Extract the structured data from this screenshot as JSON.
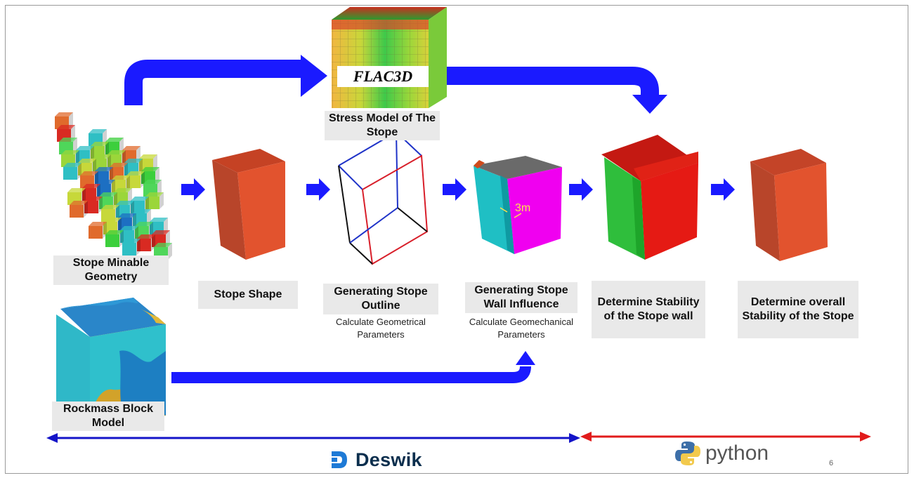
{
  "steps": {
    "stope_minable_geometry": "Stope Minable Geometry",
    "rockmass_block_model": "Rockmass Block Model",
    "stress_model": "Stress Model of The Stope",
    "stope_shape": "Stope Shape",
    "generating_outline": {
      "title": "Generating Stope Outline",
      "subtitle": "Calculate Geometrical Parameters"
    },
    "generating_wall_influence": {
      "title": "Generating Stope Wall Influence",
      "subtitle": "Calculate Geomechanical Parameters"
    },
    "stability_wall": "Determine Stability of the Stope wall",
    "stability_overall": "Determine overall Stability of the Stope"
  },
  "flac_label": "FLAC3D",
  "wall_offset_label": "3m",
  "brands": {
    "deswik": "Deswik",
    "python": "python"
  },
  "page_number": "6",
  "colors": {
    "flow_arrow": "#1a1aff",
    "deswik_range": "#1414c8",
    "python_range": "#e11b1b",
    "stope_orange": "#e2532e",
    "wall_magenta": "#ee00ee",
    "wall_cyan": "#1fbfc4",
    "stability_red": "#e51a14",
    "stability_green": "#2fbe3c",
    "label_bg": "#e9e9e9"
  },
  "icons": [
    "deswik-logo-icon",
    "python-logo-icon"
  ]
}
